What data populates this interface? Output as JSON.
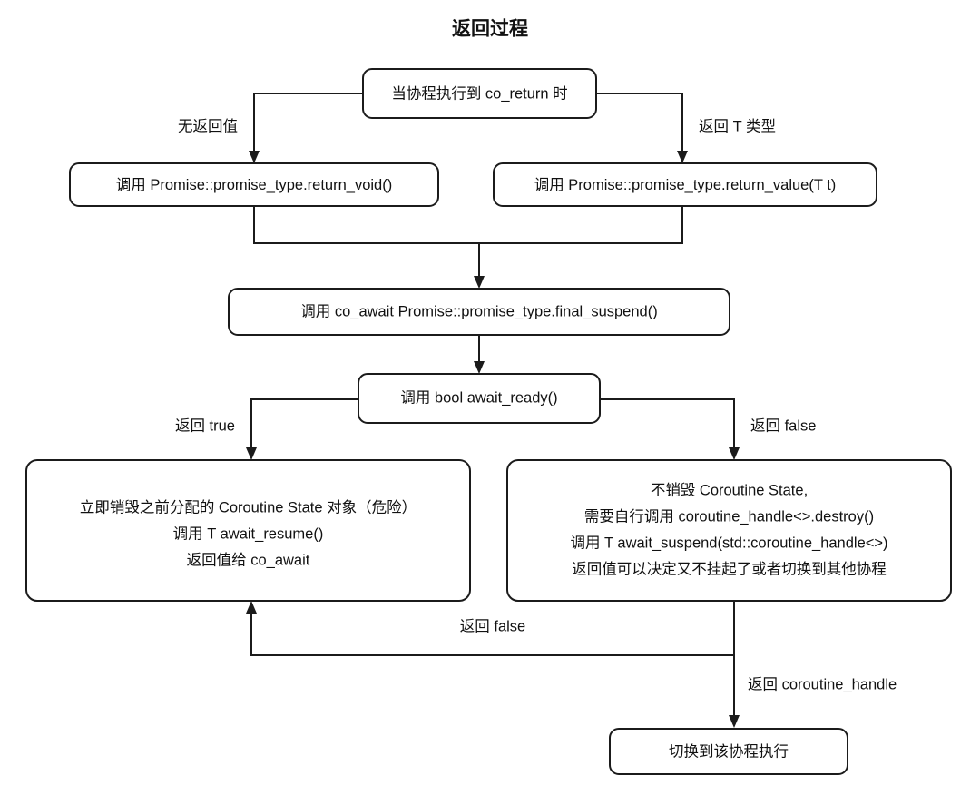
{
  "diagram": {
    "title": "返回过程",
    "background_color": "#ffffff",
    "stroke_color": "#1b1b1b",
    "text_color": "#111111",
    "type": "flowchart",
    "nodes": {
      "co_return": {
        "label": "当协程执行到 co_return 时"
      },
      "return_void": {
        "label": "调用 Promise::promise_type.return_void()"
      },
      "return_value": {
        "label": "调用 Promise::promise_type.return_value(T t)"
      },
      "final_suspend": {
        "label": "调用 co_await Promise::promise_type.final_suspend()"
      },
      "await_ready": {
        "label": "调用 bool await_ready()"
      },
      "ready_true": {
        "line1": "立即销毁之前分配的 Coroutine State 对象（危险）",
        "line2": "调用 T await_resume()",
        "line3": "返回值给 co_await"
      },
      "ready_false": {
        "line1": "不销毁 Coroutine State,",
        "line2": "需要自行调用 coroutine_handle<>.destroy()",
        "line3": "调用 T await_suspend(std::coroutine_handle<>)",
        "line4": "返回值可以决定又不挂起了或者切换到其他协程"
      },
      "switch_coroutine": {
        "label": "切换到该协程执行"
      }
    },
    "edges": {
      "no_return_value": {
        "label": "无返回值"
      },
      "return_t_type": {
        "label": "返回 T 类型"
      },
      "ready_returns_true": {
        "label": "返回 true"
      },
      "ready_returns_false": {
        "label": "返回 false"
      },
      "suspend_returns_false": {
        "label": "返回 false"
      },
      "suspend_returns_handle": {
        "label": "返回 coroutine_handle"
      }
    }
  }
}
